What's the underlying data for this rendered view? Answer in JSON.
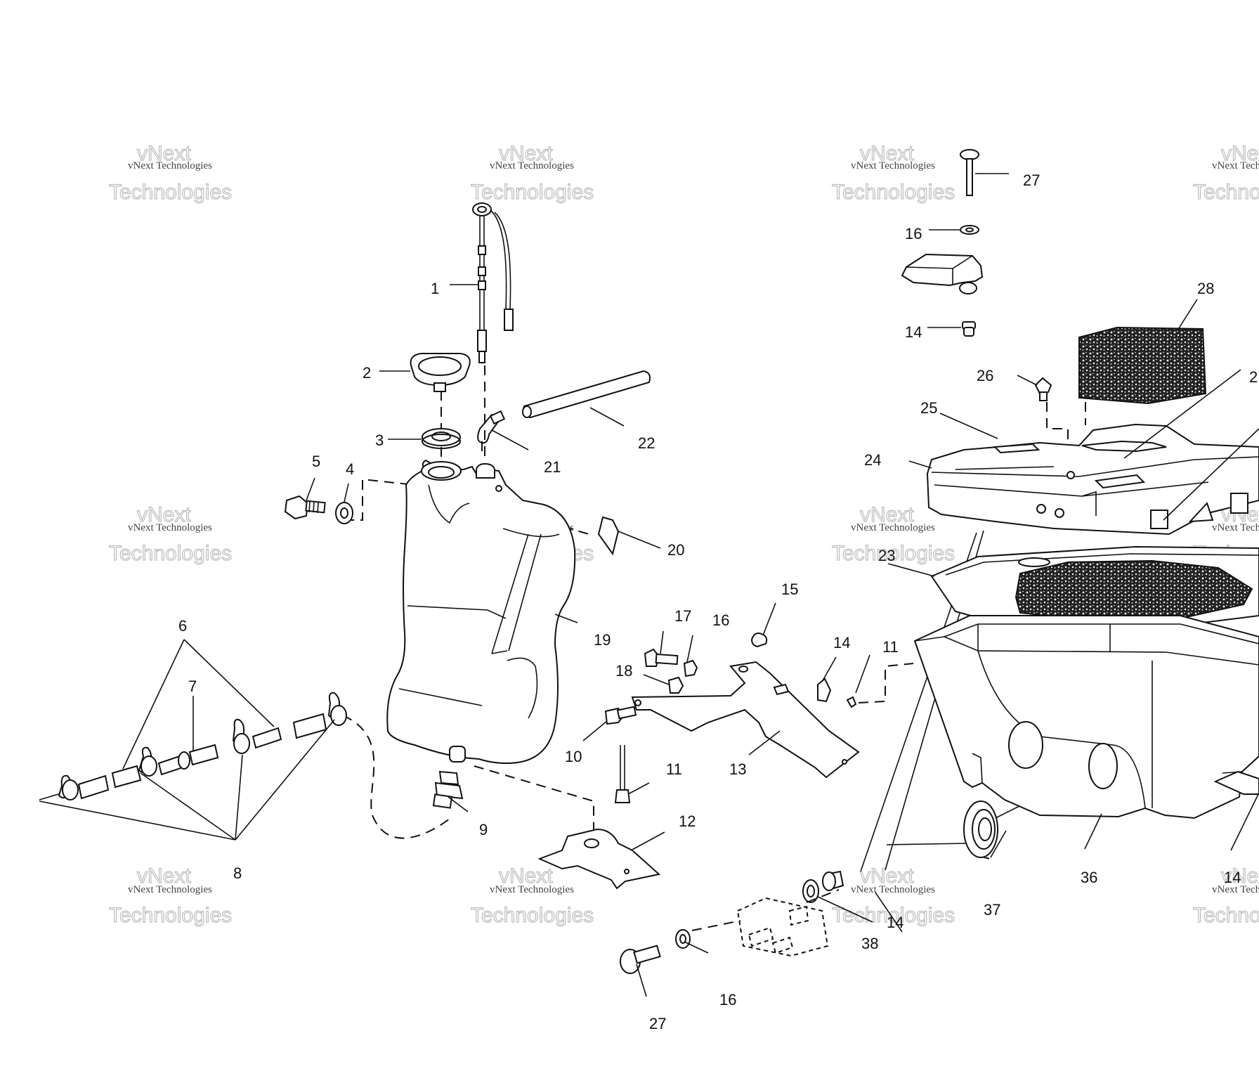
{
  "watermark": {
    "line1": "vNext Technologies",
    "line2": "vNext",
    "line3": "Technologies"
  },
  "callouts": {
    "c1": "1",
    "c2": "2",
    "c3": "3",
    "c4": "4",
    "c5": "5",
    "c6": "6",
    "c7": "7",
    "c8": "8",
    "c9": "9",
    "c10": "10",
    "c11a": "11",
    "c11b": "11",
    "c12": "12",
    "c13": "13",
    "c14a": "14",
    "c14b": "14",
    "c14c": "14",
    "c14d": "14",
    "c15": "15",
    "c16a": "16",
    "c16b": "16",
    "c16c": "16",
    "c17": "17",
    "c18": "18",
    "c19": "19",
    "c20": "20",
    "c21": "21",
    "c22": "22",
    "c23": "23",
    "c24": "24",
    "c25": "25",
    "c26": "26",
    "c27a": "27",
    "c27b": "27",
    "c28": "28",
    "c29": "2",
    "c36": "36",
    "c37": "37",
    "c38": "38"
  }
}
